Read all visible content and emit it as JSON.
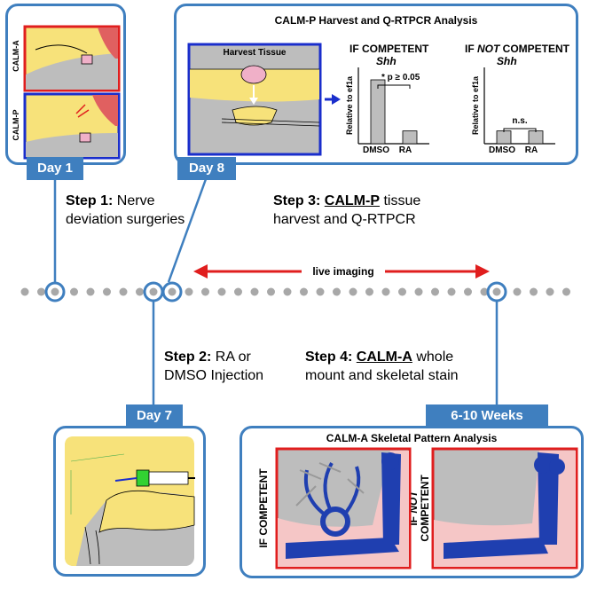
{
  "colors": {
    "accent_blue": "#3f7fbf",
    "red": "#e01e1e",
    "deep_blue": "#1a2ecc",
    "skin": "#f7e27a",
    "bone_blue": "#1f3fb0",
    "grey": "#bdbdbd"
  },
  "day_tabs": {
    "day1": "Day 1",
    "day8": "Day 8",
    "day7": "Day 7",
    "weeks": "6-10 Weeks"
  },
  "panel_day1": {
    "top_label": "CALM-A",
    "bottom_label": "CALM-P"
  },
  "panel_day8": {
    "title": "CALM-P Harvest and Q-RTPCR Analysis",
    "harvest_label": "Harvest Tissue",
    "competent": {
      "header": "IF COMPETENT",
      "gene": "Shh",
      "significance": "* p ≥ 0.05",
      "y_label": "Relative to ef1a",
      "categories": [
        "DMSO",
        "RA"
      ],
      "values": [
        0.9,
        0.18
      ]
    },
    "not_competent": {
      "header_prefix": "IF ",
      "header_not": "NOT",
      "header_suffix": " COMPETENT",
      "gene": "Shh",
      "significance": "n.s.",
      "y_label": "Relative to ef1a",
      "categories": [
        "DMSO",
        "RA"
      ],
      "values": [
        0.18,
        0.18
      ]
    }
  },
  "steps": {
    "step1_label": "Step 1:",
    "step1_line1": " Nerve",
    "step1_line2": "deviation surgeries",
    "step2_label": "Step 2:",
    "step2_line1": " RA or",
    "step2_line2": "DMSO Injection",
    "step3_label": "Step 3: ",
    "step3_emph": "CALM-P",
    "step3_line1": " tissue",
    "step3_line2": "harvest and Q-RTPCR",
    "step4_label": "Step 4: ",
    "step4_emph": "CALM-A",
    "step4_line1": " whole",
    "step4_line2": "mount and skeletal stain"
  },
  "timeline": {
    "live_imaging": "live imaging"
  },
  "panel_weeks": {
    "title": "CALM-A Skeletal Pattern Analysis",
    "left_label": "IF COMPETENT",
    "right_label_prefix": "IF ",
    "right_label_not": "NOT",
    "right_label_suffix": "COMPETENT"
  }
}
